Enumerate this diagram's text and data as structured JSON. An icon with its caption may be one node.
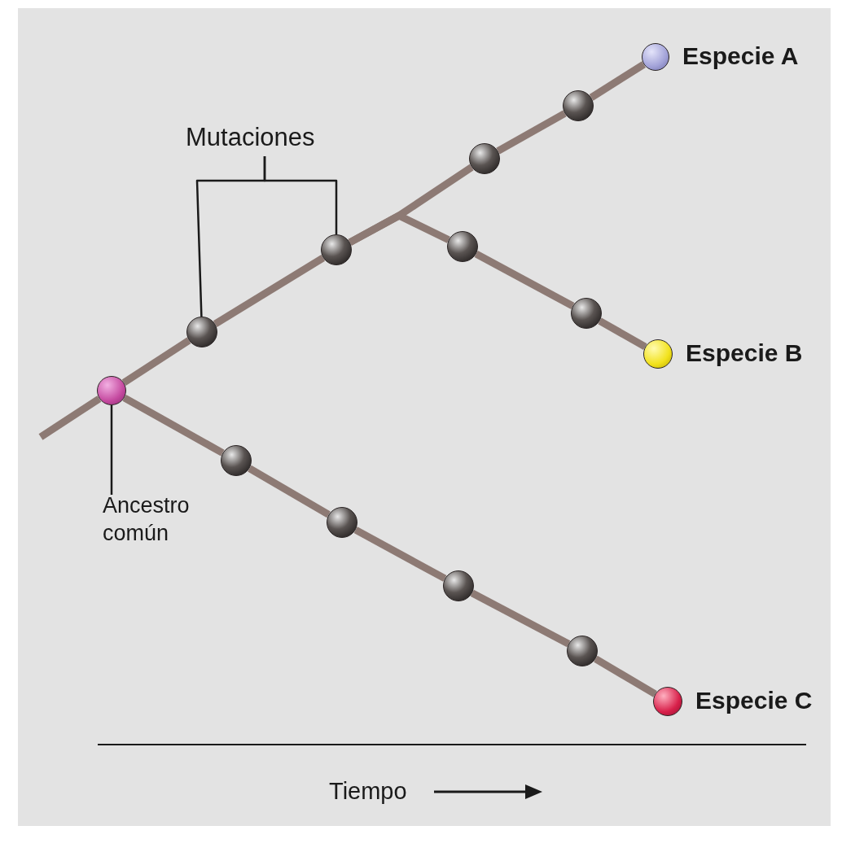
{
  "diagram": {
    "nodes": [
      {
        "text": [
          "Mutaciones"
        ]
      },
      {
        "text": [],
        "shape": "circle",
        "beside": [
          "Especie A"
        ]
      },
      {
        "text": [],
        "shape": "circle"
      },
      {
        "text": [],
        "shape": "circle"
      },
      {
        "text": [],
        "shape": "circle"
      },
      {
        "text": [],
        "shape": "circle"
      },
      {
        "text": [],
        "shape": "circle"
      },
      {
        "text": [],
        "shape": "circle",
        "beside": [
          "Especie B"
        ]
      },
      {
        "text": [],
        "shape": "circle"
      },
      {
        "text": [],
        "shape": "circle"
      },
      {
        "text": [],
        "shape": "circle"
      },
      {
        "text": [
          "Ancestro común"
        ]
      },
      {
        "text": [],
        "shape": "circle"
      },
      {
        "text": [],
        "shape": "circle"
      },
      {
        "text": [],
        "shape": "circle"
      },
      {
        "text": [],
        "shape": "circle",
        "beside": [
          "Especie C"
        ]
      }
    ],
    "edges": [
      {
        "from": null,
        "to": 9,
        "arrow": "none"
      },
      {
        "from": 9,
        "to": 6,
        "arrow": "none"
      },
      {
        "from": 6,
        "to": 4,
        "arrow": "none"
      },
      {
        "from": 4,
        "to": 3,
        "arrow": "none"
      },
      {
        "from": 3,
        "to": 2,
        "arrow": "none"
      },
      {
        "from": 2,
        "to": 1,
        "arrow": "none"
      },
      {
        "from": 4,
        "to": 5,
        "arrow": "none"
      },
      {
        "from": 5,
        "to": 8,
        "arrow": "none"
      },
      {
        "from": 8,
        "to": 7,
        "arrow": "none"
      },
      {
        "from": 9,
        "to": 10,
        "arrow": "none"
      },
      {
        "from": 10,
        "to": 12,
        "arrow": "none"
      },
      {
        "from": 12,
        "to": 13,
        "arrow": "none"
      },
      {
        "from": 13,
        "to": 14,
        "arrow": "none"
      },
      {
        "from": 14,
        "to": 15,
        "arrow": "none"
      },
      {
        "from": 0,
        "to": 6,
        "arrow": "none",
        "color": "#1a1a1a"
      },
      {
        "from": 0,
        "to": 4,
        "arrow": "none",
        "color": "#1a1a1a"
      },
      {
        "from": 11,
        "to": 9,
        "arrow": "none",
        "color": "#1a1a1a"
      }
    ],
    "labels": [
      "Tiempo"
    ]
  }
}
